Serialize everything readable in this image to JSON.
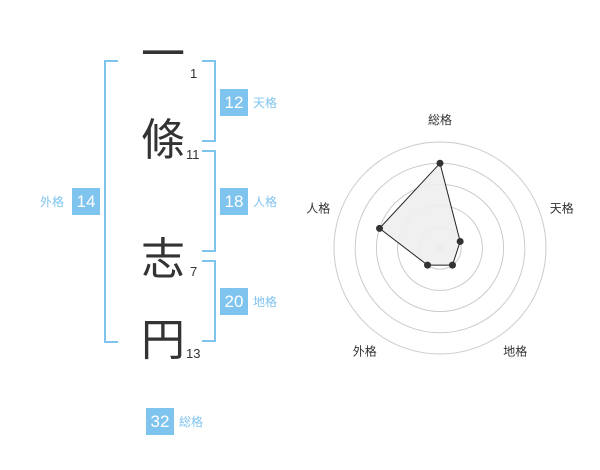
{
  "name_chars": [
    {
      "char": "一",
      "strokes": "1"
    },
    {
      "char": "條",
      "strokes": "11"
    },
    {
      "char": "志",
      "strokes": "7"
    },
    {
      "char": "円",
      "strokes": "13"
    }
  ],
  "kakusu": {
    "tenkaku": {
      "value": "12",
      "label": "天格"
    },
    "jinkaku": {
      "value": "18",
      "label": "人格"
    },
    "chikaku": {
      "value": "20",
      "label": "地格"
    },
    "gaikaku": {
      "value": "14",
      "label": "外格"
    },
    "soukaku": {
      "value": "32",
      "label": "総格"
    }
  },
  "colors": {
    "accent": "#7fc4ef",
    "text": "#333333",
    "grid": "#cccccc",
    "fill": "#eeeeee"
  },
  "chart_data": {
    "type": "radar",
    "axes": [
      "総格",
      "天格",
      "地格",
      "外格",
      "人格"
    ],
    "max": 5,
    "rings": 5,
    "values": [
      4,
      1,
      1,
      1,
      3
    ]
  }
}
